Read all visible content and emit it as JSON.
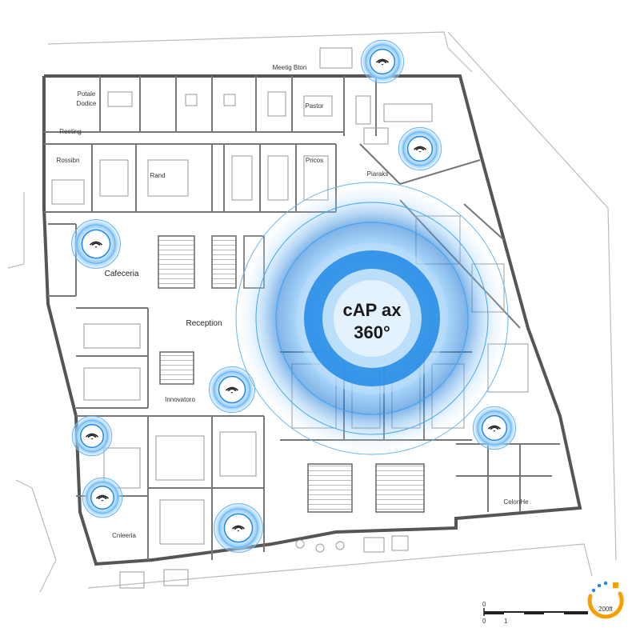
{
  "hero": {
    "line1": "cAP ax",
    "line2": "360°"
  },
  "rooms": {
    "top_center": "Meetig Bton",
    "top_left": "Potale Dodice",
    "pastor": "Pastor",
    "reeting": "Reeting",
    "rossibn": "Rossibn",
    "rand": "Rand",
    "pricos": "Pricos",
    "piaraks": "Piaraks",
    "cafeteria": "Cafeceria",
    "reception": "Reception",
    "innovation": "Innovatoro",
    "cnleeria": "Cnleeria",
    "colonhe": "CelonHe"
  },
  "scale": {
    "zero_top": "0",
    "zero_bottom": "0",
    "one": "1",
    "distance": "200ft"
  },
  "colors": {
    "wifi": "#1e88e5",
    "wall": "#555555",
    "hero_core": "#1976d2"
  },
  "icons": {
    "access_point": "wifi-icon",
    "logo": "brand-logo-icon"
  }
}
